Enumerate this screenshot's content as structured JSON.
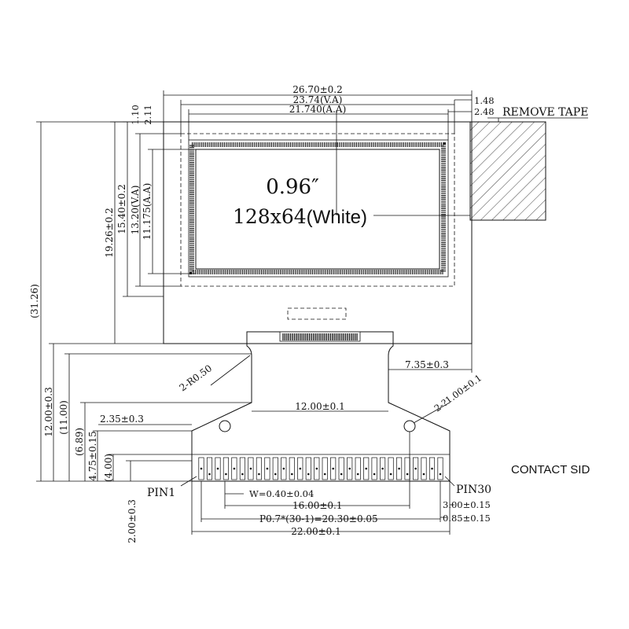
{
  "title": {
    "size": "0.96″",
    "resolution": "128x64",
    "color": "(White)"
  },
  "labels": {
    "remove_tape": "REMOVE TAPE",
    "contact_side": "CONTACT SID",
    "pin1": "PIN1",
    "pin30": "PIN30"
  },
  "dimensions": {
    "top": {
      "outline_width": "26.70±0.2",
      "view_area_width": "23.74(V.A)",
      "active_area_width": "21.740(A.A)",
      "right_1": "1.48",
      "right_2": "2.48"
    },
    "left": {
      "total_height": "(31.26)",
      "panel_height": "19.26±0.2",
      "glass_height": "15.40±0.2",
      "view_area_height": "13.20(V.A)",
      "active_area_height": "11.175(A.A)",
      "offset_1": "1.10",
      "offset_2": "2.11"
    },
    "fpc": {
      "fpc_length": "12.00±0.3",
      "fpc_11": "(11.00)",
      "fpc_689": "(6.89)",
      "fpc_475": "4.75±0.15",
      "fpc_400": "(4.00)",
      "fpc_200": "2.00±0.3",
      "neck_width": "12.00±0.1",
      "shoulder": "2.35±0.3",
      "right_offset": "7.35±0.3",
      "radius": "2-R0.50",
      "hole": "2-?1.00±0.1",
      "pin_width": "W=0.40±0.04",
      "hole_pitch": "16.00±0.1",
      "pin_pitch": "P0.7*(30-1)=20.30±0.05",
      "tail_width": "22.00±0.1",
      "hole_edge": "3.00±0.15",
      "pin_edge": "0.85±0.15"
    }
  },
  "pin_count": 30
}
